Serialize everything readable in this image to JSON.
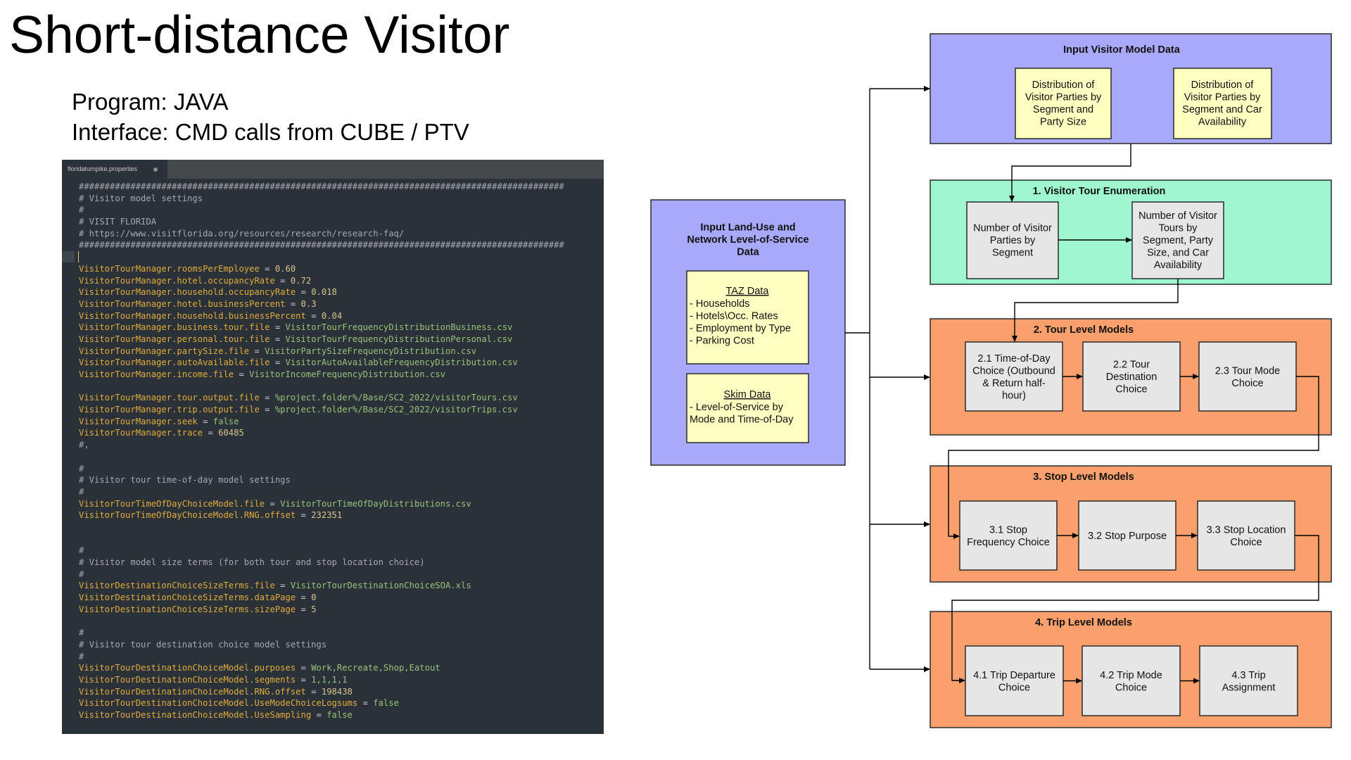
{
  "slide": {
    "title": "Short-distance Visitor",
    "program": "Program: JAVA",
    "interface": "Interface: CMD calls from CUBE / PTV"
  },
  "editor": {
    "tab_label": "floridaturnpike.properties",
    "colors": {
      "background": "#2b3138",
      "key": "#e0ac3c",
      "value": "#99c27c",
      "comment": "#a5a9ae"
    },
    "lines": [
      {
        "type": "comment",
        "text": "##############################################################################################"
      },
      {
        "type": "comment",
        "text": "# Visitor model settings"
      },
      {
        "type": "comment",
        "text": "#"
      },
      {
        "type": "comment",
        "text": "# VISIT FLORIDA"
      },
      {
        "type": "comment",
        "text": "# https://www.visitflorida.org/resources/research/research-faq/"
      },
      {
        "type": "comment",
        "text": "##############################################################################################"
      },
      {
        "type": "blank",
        "text": ""
      },
      {
        "type": "prop",
        "key": "VisitorTourManager.roomsPerEmployee",
        "value": "0.60"
      },
      {
        "type": "prop",
        "key": "VisitorTourManager.hotel.occupancyRate",
        "value": "0.72"
      },
      {
        "type": "prop",
        "key": "VisitorTourManager.household.occupancyRate",
        "value": "0.018"
      },
      {
        "type": "prop",
        "key": "VisitorTourManager.hotel.businessPercent",
        "value": "0.3"
      },
      {
        "type": "prop",
        "key": "VisitorTourManager.household.businessPercent",
        "value": "0.04"
      },
      {
        "type": "prop",
        "key": "VisitorTourManager.business.tour.file",
        "value": "VisitorTourFrequencyDistributionBusiness.csv"
      },
      {
        "type": "prop",
        "key": "VisitorTourManager.personal.tour.file",
        "value": "VisitorTourFrequencyDistributionPersonal.csv"
      },
      {
        "type": "prop",
        "key": "VisitorTourManager.partySize.file",
        "value": "VisitorPartySizeFrequencyDistribution.csv"
      },
      {
        "type": "prop",
        "key": "VisitorTourManager.autoAvailable.file",
        "value": "VisitorAutoAvailableFrequencyDistribution.csv"
      },
      {
        "type": "prop",
        "key": "VisitorTourManager.income.file",
        "value": "VisitorIncomeFrequencyDistribution.csv"
      },
      {
        "type": "blank",
        "text": ""
      },
      {
        "type": "prop",
        "key": "VisitorTourManager.tour.output.file",
        "value": "%project.folder%/Base/SC2_2022/visitorTours.csv"
      },
      {
        "type": "prop",
        "key": "VisitorTourManager.trip.output.file",
        "value": "%project.folder%/Base/SC2_2022/visitorTrips.csv"
      },
      {
        "type": "prop",
        "key": "VisitorTourManager.seek",
        "value": "false"
      },
      {
        "type": "prop",
        "key": "VisitorTourManager.trace",
        "value": "60485"
      },
      {
        "type": "comment",
        "text": "#,"
      },
      {
        "type": "blank",
        "text": ""
      },
      {
        "type": "comment",
        "text": "#"
      },
      {
        "type": "comment",
        "text": "# Visitor tour time-of-day model settings"
      },
      {
        "type": "comment",
        "text": "#"
      },
      {
        "type": "prop",
        "key": "VisitorTourTimeOfDayChoiceModel.file",
        "value": "VisitorTourTimeOfDayDistributions.csv"
      },
      {
        "type": "prop",
        "key": "VisitorTourTimeOfDayChoiceModel.RNG.offset",
        "value": "232351"
      },
      {
        "type": "blank",
        "text": ""
      },
      {
        "type": "blank",
        "text": ""
      },
      {
        "type": "comment",
        "text": "#"
      },
      {
        "type": "comment",
        "text": "# Visitor model size terms (for both tour and stop location choice)"
      },
      {
        "type": "comment",
        "text": "#"
      },
      {
        "type": "prop",
        "key": "VisitorDestinationChoiceSizeTerms.file",
        "value": "VisitorTourDestinationChoiceSOA.xls"
      },
      {
        "type": "prop",
        "key": "VisitorDestinationChoiceSizeTerms.dataPage",
        "value": "0"
      },
      {
        "type": "prop",
        "key": "VisitorDestinationChoiceSizeTerms.sizePage",
        "value": "5"
      },
      {
        "type": "blank",
        "text": ""
      },
      {
        "type": "comment",
        "text": "#"
      },
      {
        "type": "comment",
        "text": "# Visitor tour destination choice model settings"
      },
      {
        "type": "comment",
        "text": "#"
      },
      {
        "type": "prop",
        "key": "VisitorTourDestinationChoiceModel.purposes",
        "value": "Work,Recreate,Shop,Eatout"
      },
      {
        "type": "prop",
        "key": "VisitorTourDestinationChoiceModel.segments",
        "value": "1,1,1,1"
      },
      {
        "type": "prop",
        "key": "VisitorTourDestinationChoiceModel.RNG.offset",
        "value": "198438"
      },
      {
        "type": "prop",
        "key": "VisitorTourDestinationChoiceModel.UseModeChoiceLogsums",
        "value": "false"
      },
      {
        "type": "prop",
        "key": "VisitorTourDestinationChoiceModel.UseSampling",
        "value": "false"
      }
    ]
  },
  "flowchart": {
    "colors": {
      "input": "#a9a9fb",
      "enum": "#9ff7cf",
      "models": "#f9a06c",
      "data_box": "#ffffc2",
      "step": "#e6e6e6"
    },
    "input_landuse": {
      "title_lines": [
        "Input Land-Use and",
        "Network Level-of-Service",
        "Data"
      ],
      "taz_title": "TAZ  Data",
      "taz_items": [
        "- Households",
        "- Hotels\\Occ. Rates",
        "- Employment by Type",
        "- Parking Cost"
      ],
      "skim_title": "Skim Data",
      "skim_items": [
        "- Level-of-Service by",
        "Mode and Time-of-Day"
      ]
    },
    "input_visitor": {
      "title": "Input Visitor Model Data",
      "box1": [
        "Distribution of",
        "Visitor Parties by",
        "Segment and",
        "Party Size"
      ],
      "box2": [
        "Distribution of",
        "Visitor Parties by",
        "Segment and Car",
        "Availability"
      ]
    },
    "enumeration": {
      "title": "1. Visitor Tour Enumeration",
      "box1": [
        "Number of Visitor",
        "Parties by",
        "Segment"
      ],
      "box2": [
        "Number of Visitor",
        "Tours by",
        "Segment, Party",
        "Size, and Car",
        "Availability"
      ]
    },
    "tour_level": {
      "title": "2. Tour Level Models",
      "steps": [
        [
          "2.1 Time-of-Day",
          "Choice (Outbound",
          "& Return half-",
          "hour)"
        ],
        [
          "2.2 Tour",
          "Destination",
          "Choice"
        ],
        [
          "2.3 Tour Mode",
          "Choice"
        ]
      ]
    },
    "stop_level": {
      "title": "3. Stop Level Models",
      "steps": [
        [
          "3.1 Stop",
          "Frequency Choice"
        ],
        [
          "3.2 Stop Purpose"
        ],
        [
          "3.3 Stop Location",
          "Choice"
        ]
      ]
    },
    "trip_level": {
      "title": "4. Trip Level Models",
      "steps": [
        [
          "4.1 Trip Departure",
          "Choice"
        ],
        [
          "4.2 Trip Mode",
          "Choice"
        ],
        [
          "4.3 Trip",
          "Assignment"
        ]
      ]
    }
  }
}
